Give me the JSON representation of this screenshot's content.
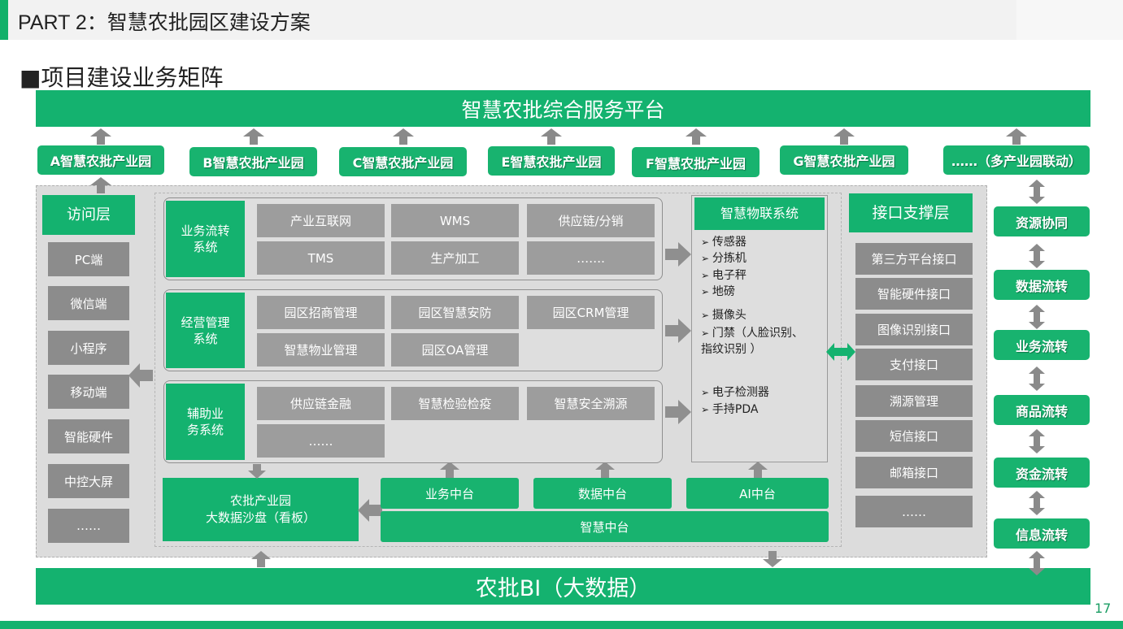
{
  "header": {
    "title": "PART 2：智慧农批园区建设方案",
    "page_number": "17"
  },
  "section_title": "■项目建设业务矩阵",
  "top_platform": "智慧农批综合服务平台",
  "parks": [
    "A智慧农批产业园",
    "B智慧农批产业园",
    "C智慧农批产业园",
    "E智慧农批产业园",
    "F智慧农批产业园",
    "G智慧农批产业园",
    "……（多产业园联动）"
  ],
  "access_layer": {
    "title": "访问层",
    "items": [
      "PC端",
      "微信端",
      "小程序",
      "移动端",
      "智能硬件",
      "中控大屏",
      "……"
    ]
  },
  "systems": [
    {
      "name": "业务流转\n系统",
      "cells": [
        "产业互联网",
        "WMS",
        "供应链/分销",
        "TMS",
        "生产加工",
        "……."
      ]
    },
    {
      "name": "经营管理\n系统",
      "cells": [
        "园区招商管理",
        "园区智慧安防",
        "园区CRM管理",
        "智慧物业管理",
        "园区OA管理"
      ]
    },
    {
      "name": "辅助业\n务系统",
      "cells": [
        "供应链金融",
        "智慧检验检疫",
        "智慧安全溯源",
        "……"
      ]
    }
  ],
  "iot": {
    "title": "智慧物联系统",
    "items": [
      "传感器",
      "分拣机",
      "电子秤",
      "地磅",
      "摄像头",
      "门禁（人脸识别、\n指纹识别 ）",
      "电子检测器",
      "手持PDA"
    ]
  },
  "interface_layer": {
    "title": "接口支撑层",
    "items": [
      "第三方平台接口",
      "智能硬件接口",
      "图像识别接口",
      "支付接口",
      "溯源管理",
      "短信接口",
      "邮箱接口",
      "……"
    ]
  },
  "sandbox": "农批产业园\n大数据沙盘（看板）",
  "middle_platforms": [
    "业务中台",
    "数据中台",
    "AI中台"
  ],
  "smart_platform": "智慧中台",
  "flows": [
    "资源协同",
    "数据流转",
    "业务流转",
    "商品流转",
    "资金流转",
    "信息流转"
  ],
  "bottom_platform": "农批BI（大数据）"
}
